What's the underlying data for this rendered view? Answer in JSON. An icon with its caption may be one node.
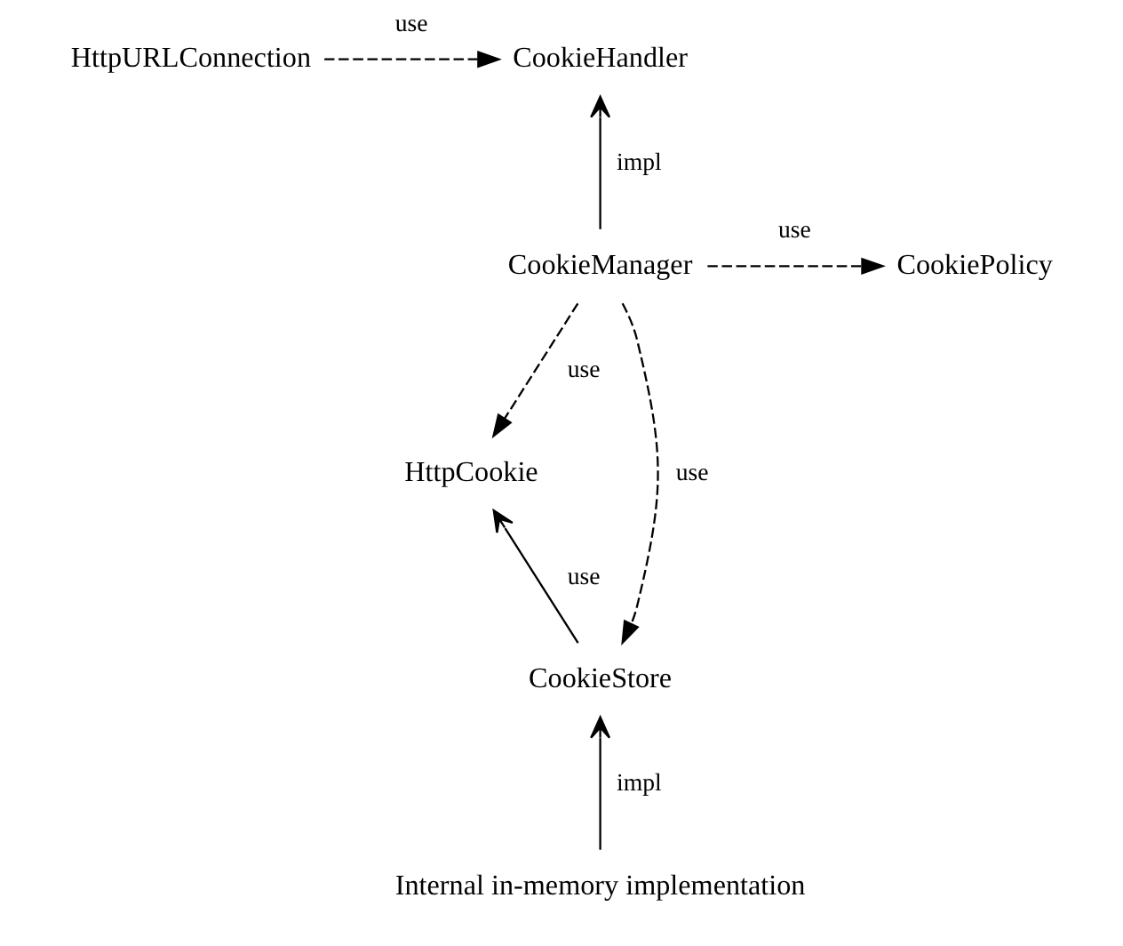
{
  "diagram": {
    "nodes": [
      {
        "text": [
          "CookieHandler"
        ]
      },
      {
        "text": [
          "HttpURLConnection"
        ]
      },
      {
        "text": [
          "CookieManager"
        ]
      },
      {
        "text": [
          "CookiePolicy"
        ]
      },
      {
        "text": [
          "HttpCookie"
        ]
      },
      {
        "text": [
          "CookieStore"
        ]
      },
      {
        "text": [
          "Internal in-memory implementation"
        ]
      }
    ],
    "edges": [
      {
        "from": 1,
        "to": 0,
        "arrow": "to",
        "label": "use",
        "style": "dashed"
      },
      {
        "from": 2,
        "to": 0,
        "arrow": "to",
        "label": "impl"
      },
      {
        "from": 2,
        "to": 3,
        "arrow": "to",
        "label": "use",
        "style": "dashed"
      },
      {
        "from": 2,
        "to": 4,
        "arrow": "to",
        "label": "use",
        "style": "dashed"
      },
      {
        "from": 5,
        "to": 4,
        "arrow": "to",
        "label": "use"
      },
      {
        "from": 2,
        "to": 5,
        "arrow": "to",
        "label": "use",
        "style": "dashed"
      },
      {
        "from": 6,
        "to": 5,
        "arrow": "to",
        "label": "impl"
      }
    ]
  }
}
